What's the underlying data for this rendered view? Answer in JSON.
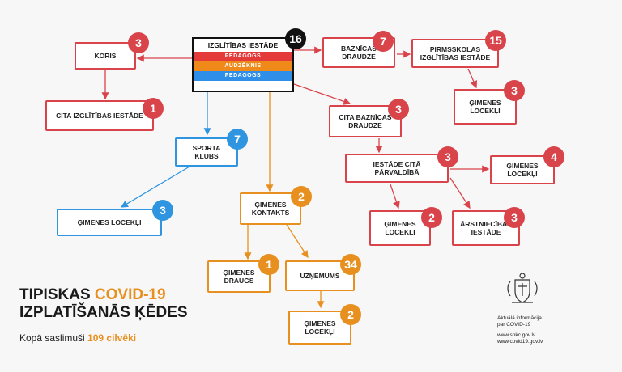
{
  "colors": {
    "red": "#d9444b",
    "blue": "#2f95e0",
    "orange": "#e8901f",
    "black": "#111111"
  },
  "school": {
    "title": "IZGLĪTĪBAS IESTĀDE",
    "count": "16",
    "bands": [
      {
        "label": "PEDAGOGS",
        "color": "#e53a3a"
      },
      {
        "label": "AUDZĒKNIS",
        "color": "#ef8a1a"
      },
      {
        "label": "PEDAGOGS",
        "color": "#2f8fe8"
      }
    ]
  },
  "nodes": {
    "koris": {
      "label": "KORIS",
      "count": "3"
    },
    "cita_izglitibas": {
      "label": "CITA IZGLĪTĪBAS IESTĀDE",
      "count": "1"
    },
    "baznicas_draudze": {
      "label": "BAZNĪCAS DRAUDZE",
      "count": "7"
    },
    "pirmsskolas": {
      "label": "PIRMSSKOLAS IZGLĪTĪBAS IESTĀDE",
      "count": "15"
    },
    "gimenes_loc_pirms": {
      "label": "ĢIMENES LOCEKĻI",
      "count": "3"
    },
    "cita_baznicas": {
      "label": "CITA BAZNĪCAS DRAUDZE",
      "count": "3"
    },
    "iestade_cita": {
      "label": "IESTĀDE CITĀ PĀRVALDĪBĀ",
      "count": "3"
    },
    "gimenes_loc_right": {
      "label": "ĢIMENES LOCEKĻI",
      "count": "4"
    },
    "gimenes_loc_mid": {
      "label": "ĢIMENES LOCEKĻI",
      "count": "2"
    },
    "arstniecibas": {
      "label": "ĀRSTNIECĪBAS IESTĀDE",
      "count": "3"
    },
    "sporta_klubs": {
      "label": "SPORTA KLUBS",
      "count": "7"
    },
    "gimenes_loc_sport": {
      "label": "ĢIMENES LOCEKĻI",
      "count": "3"
    },
    "gimenes_kontakts": {
      "label": "ĢIMENES KONTAKTS",
      "count": "2"
    },
    "gimenes_draugs": {
      "label": "ĢIMENES DRAUGS",
      "count": "1"
    },
    "uznemums": {
      "label": "UZŅĒMUMS",
      "count": "34"
    },
    "gimenes_loc_uzn": {
      "label": "ĢIMENES LOCEKĻI",
      "count": "2"
    }
  },
  "title": {
    "line1_a": "TIPISKAS ",
    "line1_b": "COVID-19",
    "line2": "IZPLATĪŠANĀS ĶĒDES"
  },
  "total": {
    "prefix": "Kopā saslimuši ",
    "value": "109 cilvēki"
  },
  "info": {
    "line1": "Aktuālā informācija",
    "line2": "par COVID-19",
    "line3": "www.spkc.gov.lv",
    "line4": "www.covid19.gov.lv"
  }
}
